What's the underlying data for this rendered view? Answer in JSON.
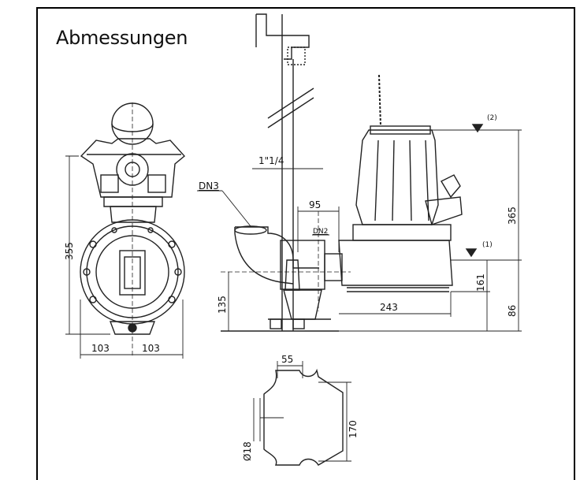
{
  "title": "Abmessungen",
  "labels": {
    "front_height": "355",
    "front_half_left": "103",
    "front_half_right": "103",
    "pipe_size": "1\"1/4",
    "dn_inlet": "DN3",
    "dn_outlet": "DN2",
    "offset_95": "95",
    "height_135": "135",
    "length_243": "243",
    "height_161": "161",
    "height_365": "365",
    "height_86": "86",
    "level_1": "(1)",
    "level_2": "(2)",
    "foot_55": "55",
    "foot_170": "170",
    "foot_hole": "Ø18"
  }
}
